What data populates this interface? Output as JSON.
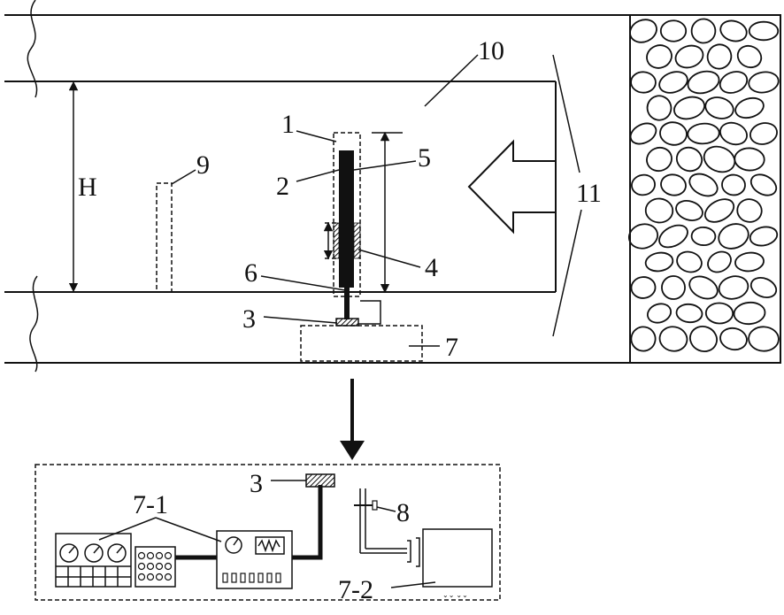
{
  "labels": {
    "l1": "1",
    "l2": "2",
    "l3": "3",
    "l4": "4",
    "l5": "5",
    "l6": "6",
    "l7": "7",
    "l8": "8",
    "l9": "9",
    "l10": "10",
    "l11": "11",
    "lH": "H",
    "l7_1": "7-1",
    "l3b": "3",
    "l7_2": "7-2"
  },
  "colors": {
    "stroke": "#111111",
    "background": "#ffffff"
  }
}
